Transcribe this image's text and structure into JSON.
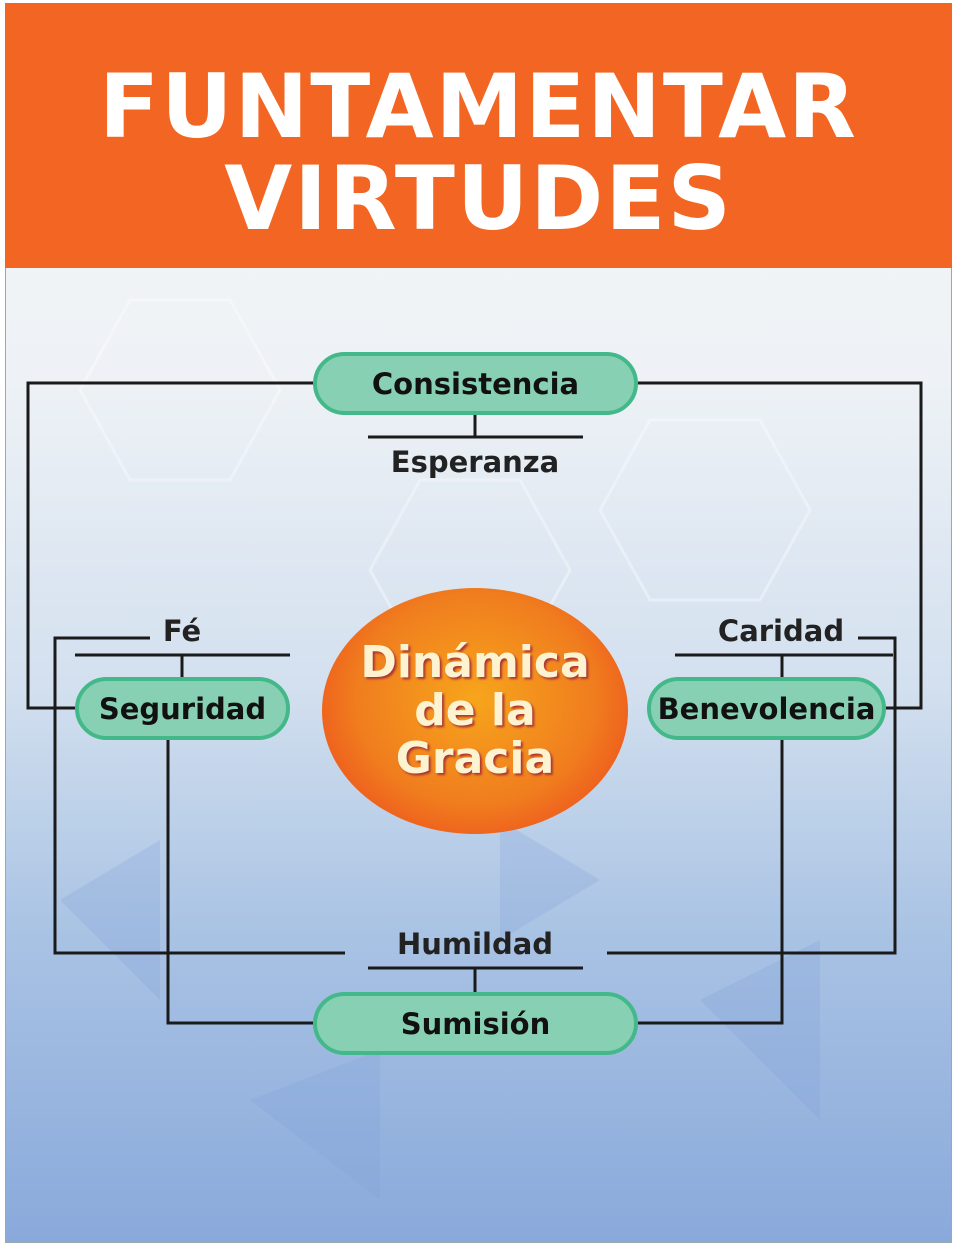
{
  "header": {
    "title_line1": "FUNTAMENTAR",
    "title_line2": "VIRTUDES",
    "color": "#f26522"
  },
  "nodes": {
    "top": "Consistencia",
    "left": "Seguridad",
    "right": "Benevolencia",
    "bottom": "Sumisión"
  },
  "labels": {
    "top": "Esperanza",
    "left": "Fé",
    "right": "Caridad",
    "bottom": "Humildad"
  },
  "center": {
    "line1": "Dinámica",
    "line2": "de la",
    "line3": "Gracia"
  }
}
